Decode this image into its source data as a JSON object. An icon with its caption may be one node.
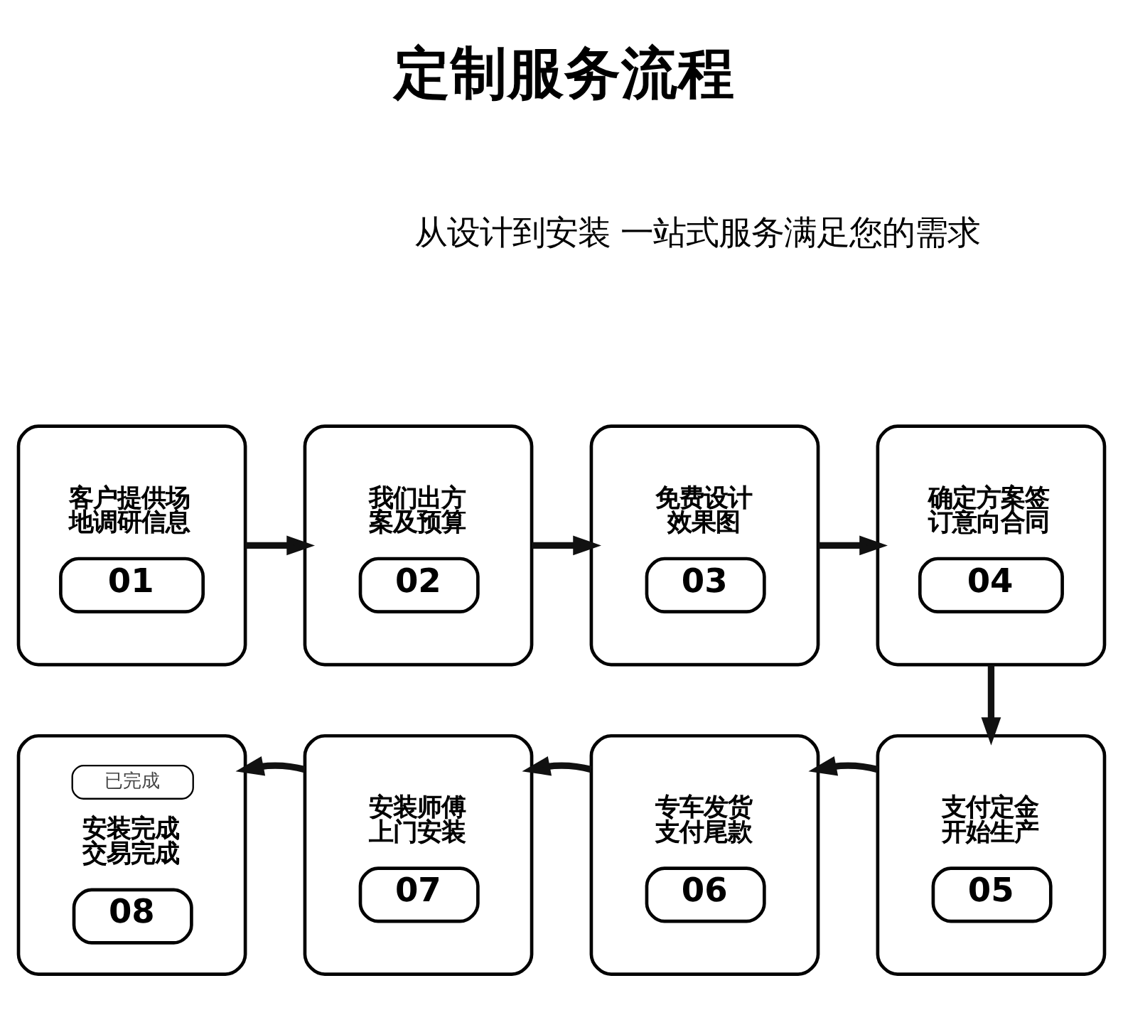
{
  "diagram": {
    "title": "定制服务流程",
    "nodes": [
      {
        "text": [
          "客户提供场地调研信息",
          "01"
        ]
      },
      {
        "text": [
          "我们出方案及预算",
          "02"
        ]
      },
      {
        "text": [
          "免费设计效果图",
          "03"
        ]
      },
      {
        "text": [
          "确定方案签订意向合同",
          "04"
        ]
      },
      {
        "text": [
          "支付定金开始生产",
          "05"
        ]
      },
      {
        "text": [
          "专车发货支付尾款",
          "06"
        ]
      },
      {
        "text": [
          "安装师傅上门安装",
          "07"
        ]
      },
      {
        "text": [
          "已完成",
          "安装完成交易完成",
          "08"
        ]
      }
    ],
    "edges": [
      {
        "from": 0,
        "to": 1,
        "arrow": "to"
      },
      {
        "from": 1,
        "to": 2,
        "arrow": "to"
      },
      {
        "from": 2,
        "to": 3,
        "arrow": "to"
      },
      {
        "from": 3,
        "to": 4,
        "arrow": "to"
      },
      {
        "from": 4,
        "to": 5,
        "arrow": "to"
      },
      {
        "from": 5,
        "to": 6,
        "arrow": "to"
      },
      {
        "from": 6,
        "to": 7,
        "arrow": "to"
      }
    ],
    "labels": [
      "从设计到安装 一站式服务满足您的需求"
    ]
  }
}
